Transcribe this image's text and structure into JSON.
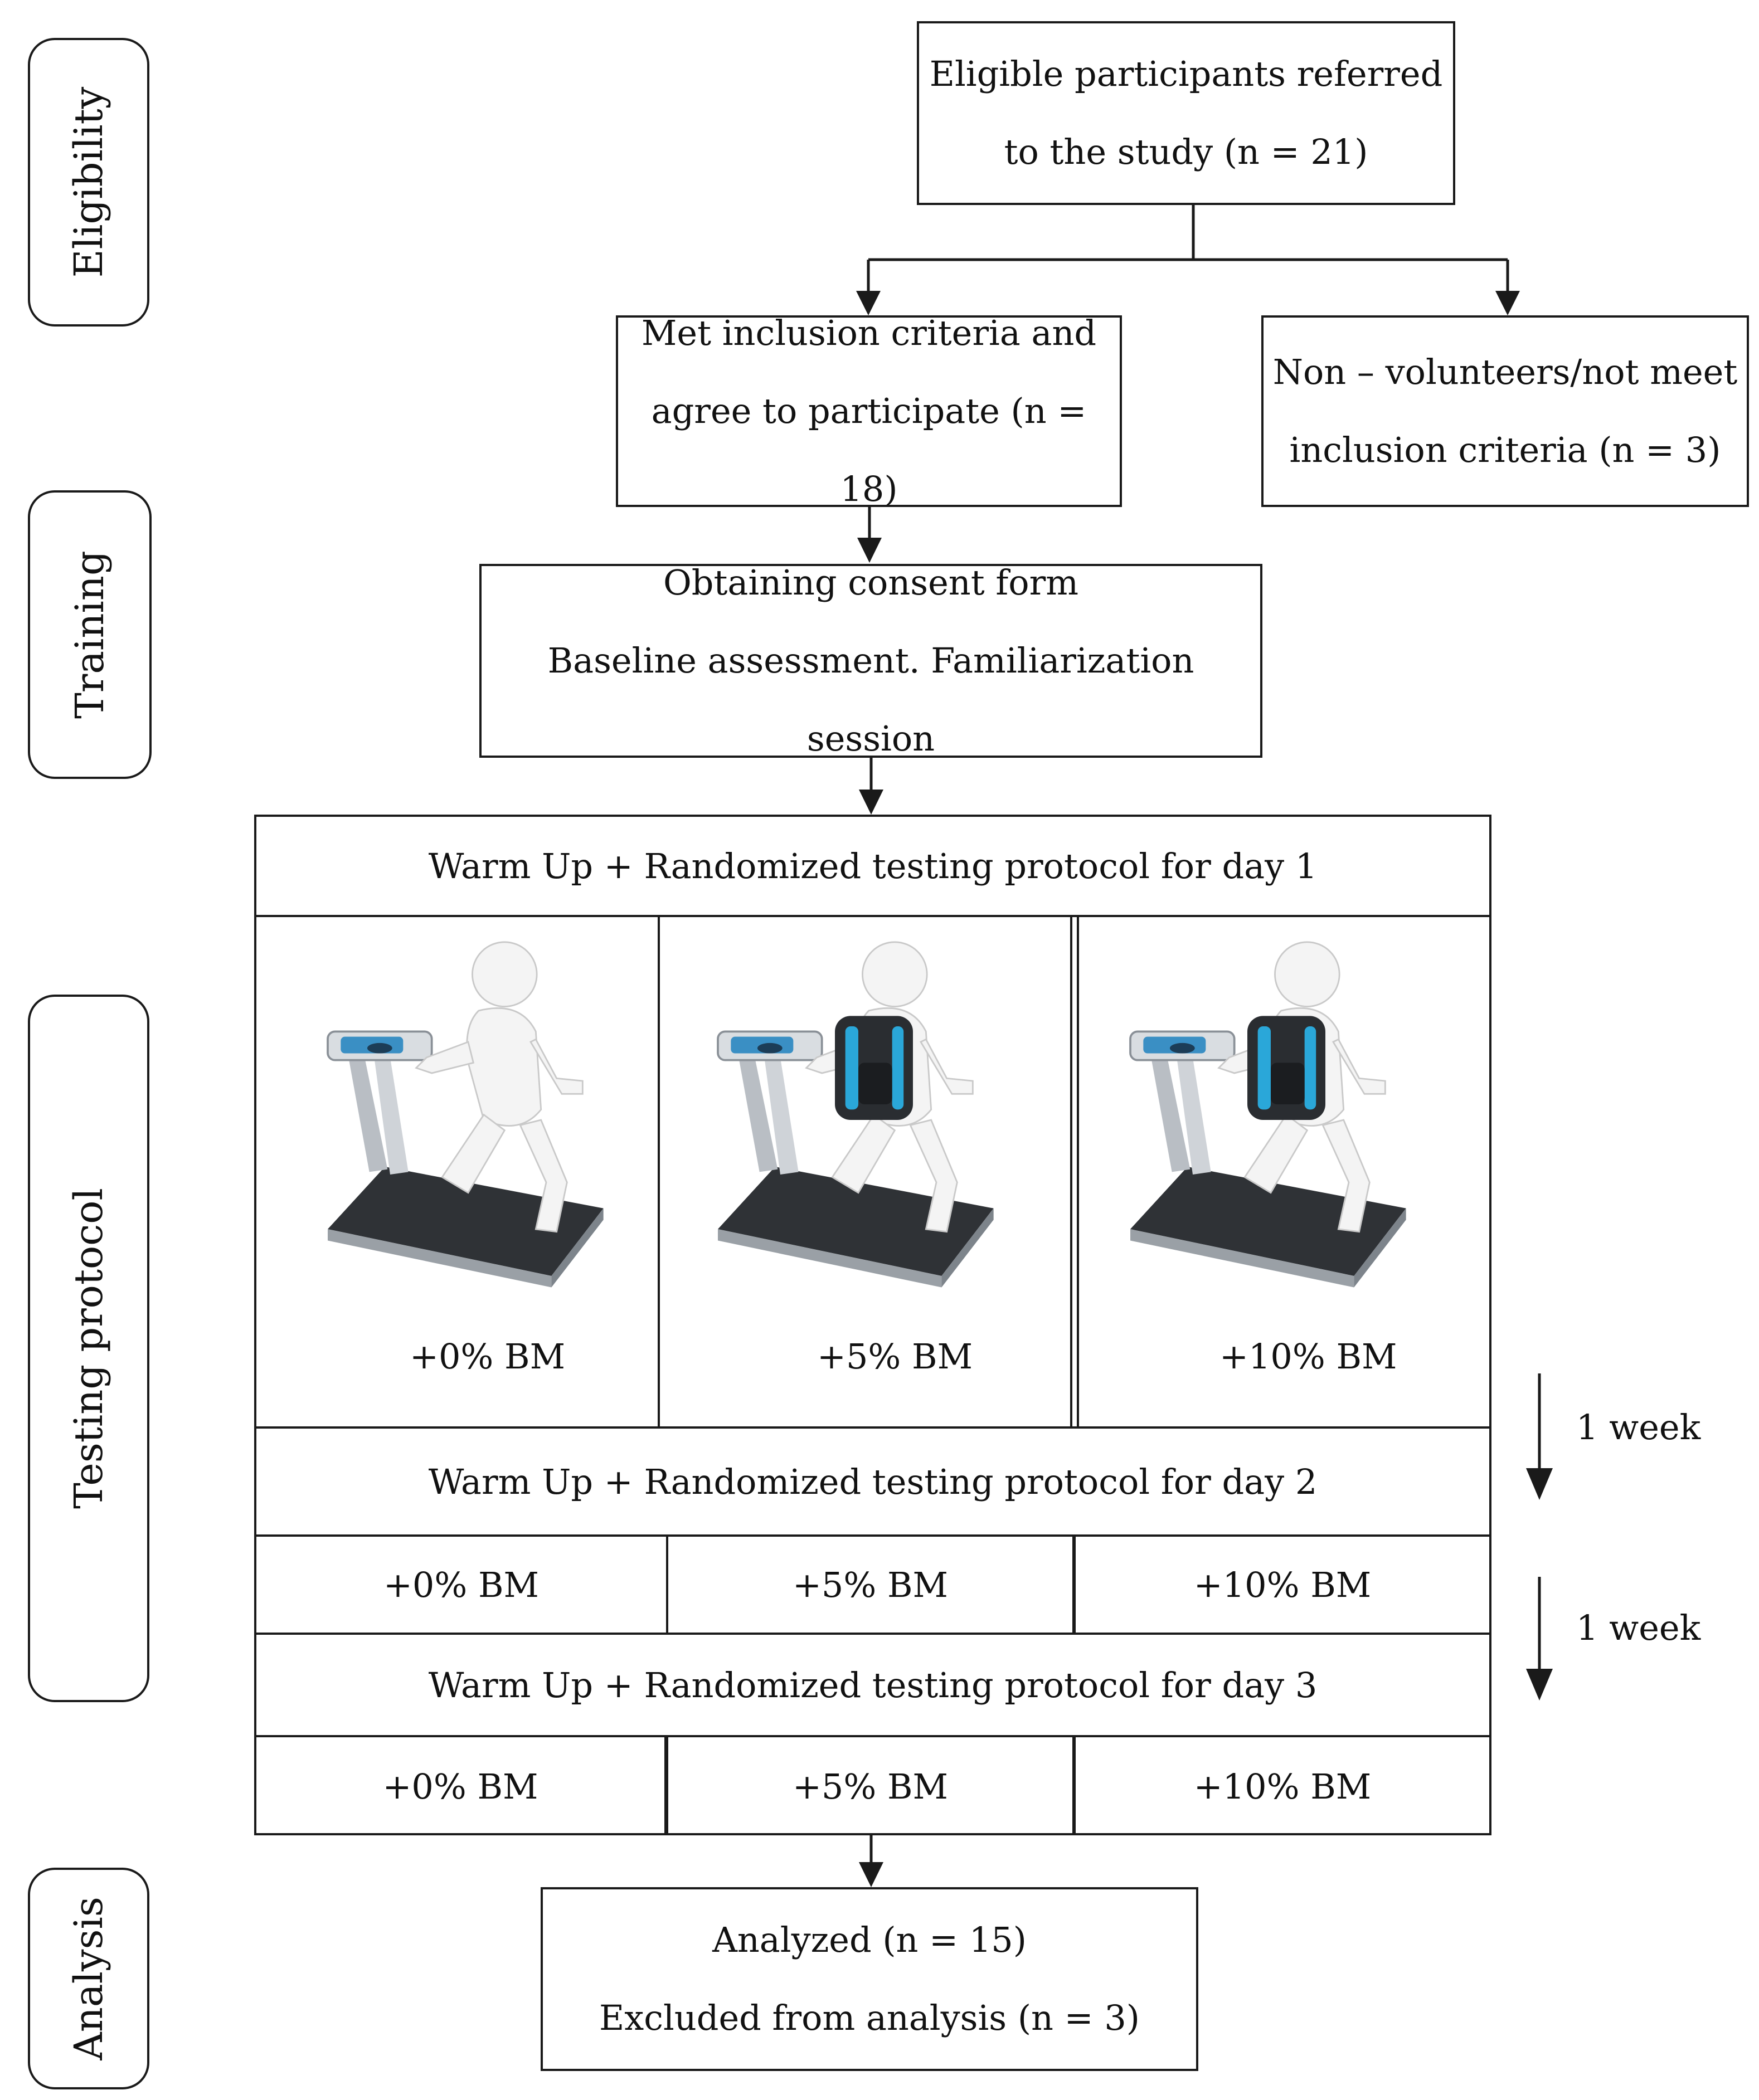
{
  "stages": {
    "eligibility": "Eligibility",
    "training": "Training",
    "testing": "Testing protocol",
    "analysis": "Analysis"
  },
  "boxes": {
    "referred": [
      "Eligible participants referred",
      "to the study (n = 21)"
    ],
    "included": [
      "Met inclusion criteria and",
      "agree to participate (n = 18)"
    ],
    "excluded": [
      "Non – volunteers/not meet",
      "inclusion criteria (n = 3)"
    ],
    "consent": [
      "Obtaining consent form",
      "Baseline assessment. Familiarization session"
    ],
    "analyzed": [
      "Analyzed (n = 15)",
      "Excluded from analysis (n = 3)"
    ]
  },
  "protocol": {
    "day1": "Warm Up + Randomized testing protocol for day 1",
    "day2": "Warm Up + Randomized testing protocol for day 2",
    "day3": "Warm Up + Randomized testing protocol for day 3",
    "conditions": [
      "+0% BM",
      "+5% BM",
      "+10% BM"
    ],
    "interval": "1 week"
  },
  "colors": {
    "line": "#1a1a1a",
    "backpack": "#2a2d31",
    "backpack_accent": "#2aa7d9",
    "treadmill_belt": "#2f3236",
    "treadmill_frame": "#b9bec4",
    "console": "#3a8fc4"
  },
  "icons": [
    "treadmill-runner-icon",
    "treadmill-runner-backpack-icon"
  ]
}
